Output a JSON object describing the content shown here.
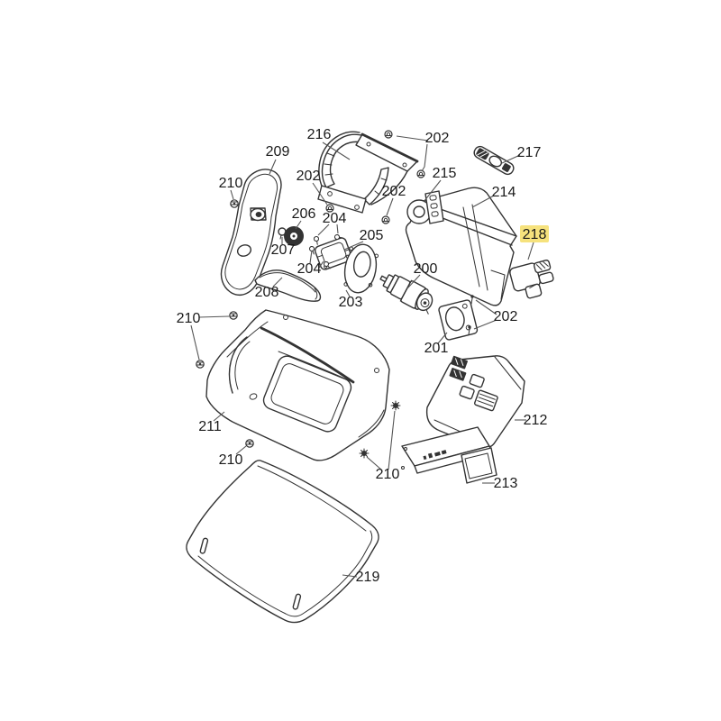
{
  "diagram": {
    "type": "exploded-parts-diagram",
    "background_color": "#ffffff",
    "line_color": "#333333",
    "label_color": "#1a1a1a",
    "highlighted_part": "218",
    "highlight": {
      "bg": "#f6e27d",
      "text_color": "#9b6d00"
    },
    "part_numbers_visible": [
      "200",
      "201",
      "202",
      "203",
      "204",
      "205",
      "206",
      "207",
      "208",
      "209",
      "210",
      "211",
      "212",
      "213",
      "214",
      "215",
      "216",
      "217",
      "218",
      "219"
    ],
    "labels": [
      {
        "text": "216"
      },
      {
        "text": "202"
      },
      {
        "text": "217"
      },
      {
        "text": "209"
      },
      {
        "text": "210"
      },
      {
        "text": "202"
      },
      {
        "text": "215"
      },
      {
        "text": "214"
      },
      {
        "text": "202"
      },
      {
        "text": "206"
      },
      {
        "text": "204"
      },
      {
        "text": "218"
      },
      {
        "text": "205"
      },
      {
        "text": "207"
      },
      {
        "text": "204"
      },
      {
        "text": "200"
      },
      {
        "text": "208"
      },
      {
        "text": "203"
      },
      {
        "text": "202"
      },
      {
        "text": "210"
      },
      {
        "text": "201"
      },
      {
        "text": "211"
      },
      {
        "text": "212"
      },
      {
        "text": "210"
      },
      {
        "text": "210"
      },
      {
        "text": "213"
      },
      {
        "text": "219"
      }
    ]
  }
}
